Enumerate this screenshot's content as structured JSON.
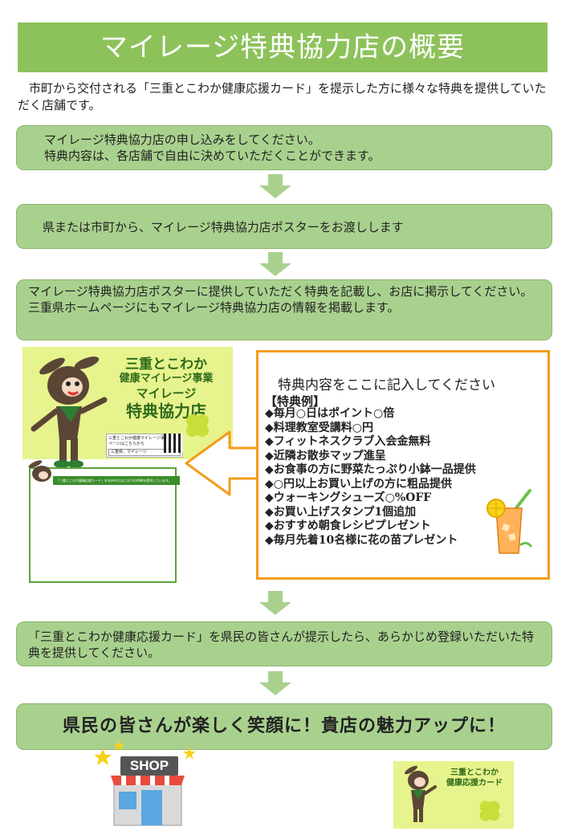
{
  "title": "マイレージ特典協力店の概要",
  "intro": "市町から交付される「三重とこわか健康応援カード」を提示した方に様々な特典を提供していただく店舗です。",
  "steps": [
    {
      "line1": "マイレージ特典協力店の申し込みをしてください。",
      "line2": "特典内容は、各店舗で自由に決めていただくことができます。"
    },
    {
      "line1": "県または市町から、マイレージ特典協力店ポスターをお渡しします"
    },
    {
      "line1": "マイレージ特典協力店ポスターに提供していただく特典を記載し、お店に掲示してください。三重県ホームページにもマイレージ特典協力店の情報を掲載します。"
    },
    {
      "line1": "「三重とこわか健康応援カード」を県民の皆さんが提示したら、あらかじめ登録いただいた特典を提供してください。"
    }
  ],
  "poster": {
    "title_line1": "三重とこわか",
    "title_line2": "健康マイレージ事業",
    "title_line3": "マイレージ",
    "title_line4": "特典協力店",
    "web_text": "三重とこわか健康マイレージ事業 Webページはこちらから",
    "search_text": "三重県、マイレージ",
    "strip_text": "「三重とこわか健康応援カード」をお持ちの方には下の特典を提供しています。"
  },
  "example": {
    "heading": "特典内容をここに記入してください",
    "label": "【特典例】",
    "items": [
      "◆毎月○日はポイント○倍",
      "◆料理教室受講料○円",
      "◆フィットネスクラブ入会金無料",
      "◆近隣お散歩マップ進呈",
      "◆お食事の方に野菜たっぷり小鉢一品提供",
      "◆○円以上お買い上げの方に粗品提供",
      "◆ウォーキングシューズ○%OFF",
      "◆お買い上げスタンプ1個追加",
      "◆おすすめ朝食レシピプレゼント",
      "◆毎月先着10名様に花の苗プレゼント"
    ]
  },
  "final_message": "県民の皆さんが楽しく笑顔に！貴店の魅力アップに！",
  "shop_sign": "SHOP",
  "card": {
    "line1": "三重とこわか",
    "line2": "健康応援カード"
  },
  "colors": {
    "green_title": "#8dc25b",
    "green_box": "#a9d18e",
    "orange_border": "#f39c1a",
    "poster_yellow": "#e7f38d"
  }
}
